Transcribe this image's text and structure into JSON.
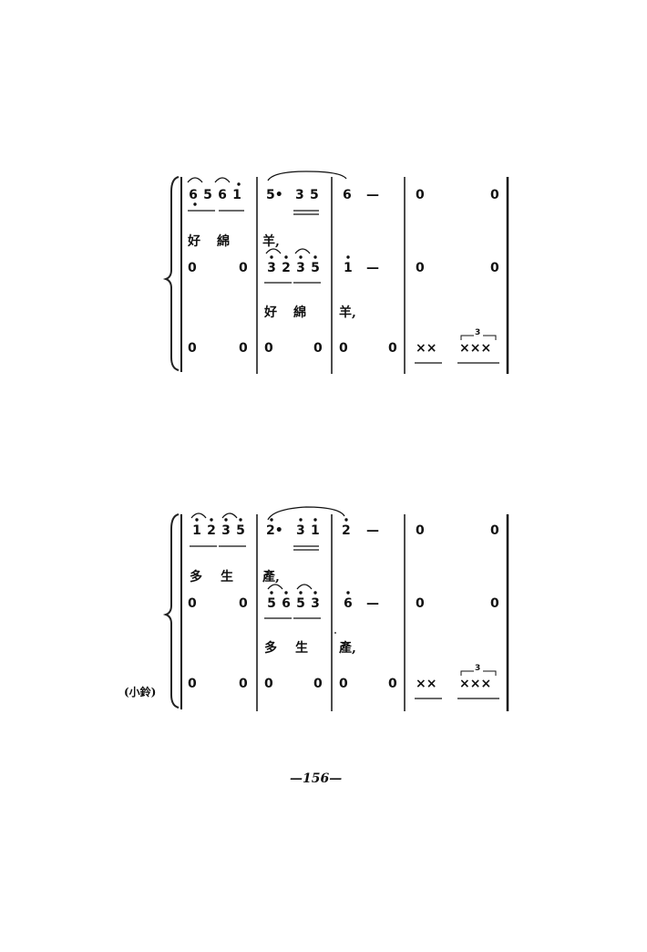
{
  "systems": [
    {
      "voice1": {
        "m1": [
          "6",
          "5",
          "6",
          "1"
        ],
        "m2": [
          "5•",
          "3",
          "5"
        ],
        "m3": [
          "6",
          "—"
        ],
        "m4": [
          "0",
          "0"
        ]
      },
      "lyric1": {
        "m1": [
          "好",
          "綿"
        ],
        "m2": "羊,"
      },
      "voice2": {
        "m1": [
          "0",
          "0"
        ],
        "m2": [
          "3",
          "2",
          "3",
          "5"
        ],
        "m3": [
          "1",
          "—"
        ],
        "m4": [
          "0",
          "0"
        ]
      },
      "lyric2": {
        "m2": [
          "好",
          "綿"
        ],
        "m3": "羊,"
      },
      "perc": {
        "m1": [
          "0",
          "0"
        ],
        "m2": [
          "0",
          "0"
        ],
        "m3": [
          "0",
          "0"
        ],
        "m4a": "××",
        "m4b": "×××",
        "triplet": "3"
      }
    },
    {
      "voice1": {
        "m1": [
          "1",
          "2",
          "3",
          "5"
        ],
        "m2": [
          "2•",
          "3",
          "1"
        ],
        "m3": [
          "2",
          "—"
        ],
        "m4": [
          "0",
          "0"
        ]
      },
      "lyric1": {
        "m1": [
          "多",
          "生"
        ],
        "m2": "產,"
      },
      "voice2": {
        "m1": [
          "0",
          "0"
        ],
        "m2": [
          "5",
          "6",
          "5",
          "3"
        ],
        "m3": [
          "6",
          "—"
        ],
        "m4": [
          "0",
          "0"
        ]
      },
      "lyric2": {
        "m2": [
          "多",
          "生"
        ],
        "m3": "產,"
      },
      "perc": {
        "m1": [
          "0",
          "0"
        ],
        "m2": [
          "0",
          "0"
        ],
        "m3": [
          "0",
          "0"
        ],
        "m4a": "××",
        "m4b": "×××",
        "triplet": "3"
      },
      "instrument_label": "(小鈴)"
    }
  ],
  "page_number": "—156—"
}
